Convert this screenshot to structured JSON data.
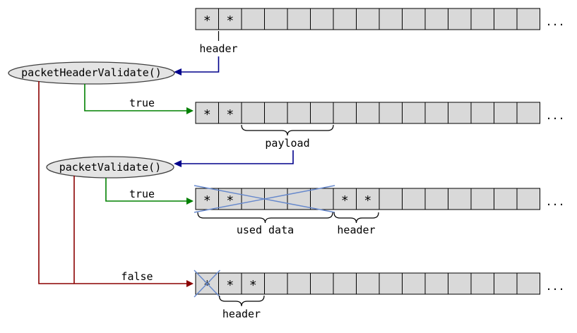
{
  "diagram": {
    "asterisk": "*",
    "ellipsis": "...",
    "colors": {
      "cell_fill": "#d9d9d9",
      "cell_stroke": "#000000",
      "ellipse_fill": "#e4e4e4",
      "ellipse_stroke": "#404040",
      "navy": "#00008b",
      "green": "#008000",
      "red": "#8b0000",
      "cross": "#6688cc"
    },
    "functions": [
      {
        "label": "packetHeaderValidate()"
      },
      {
        "label": "packetValidate()"
      }
    ],
    "labels": {
      "row1_header": "header",
      "true_header": "true",
      "payload": "payload",
      "true_packet": "true",
      "used_data": "used data",
      "row3_header": "header",
      "false_label": "false",
      "row4_header": "header"
    },
    "rows": [
      {
        "cells": 15,
        "asterisks": [
          0,
          1
        ],
        "crossed_ranges": []
      },
      {
        "cells": 15,
        "asterisks": [
          0,
          1
        ],
        "crossed_ranges": []
      },
      {
        "cells": 15,
        "asterisks": [
          0,
          1,
          6,
          7
        ],
        "crossed_ranges": [
          [
            0,
            5
          ]
        ]
      },
      {
        "cells": 15,
        "asterisks": [
          0,
          1,
          2
        ],
        "crossed_ranges": [
          [
            0,
            0
          ]
        ]
      }
    ]
  }
}
